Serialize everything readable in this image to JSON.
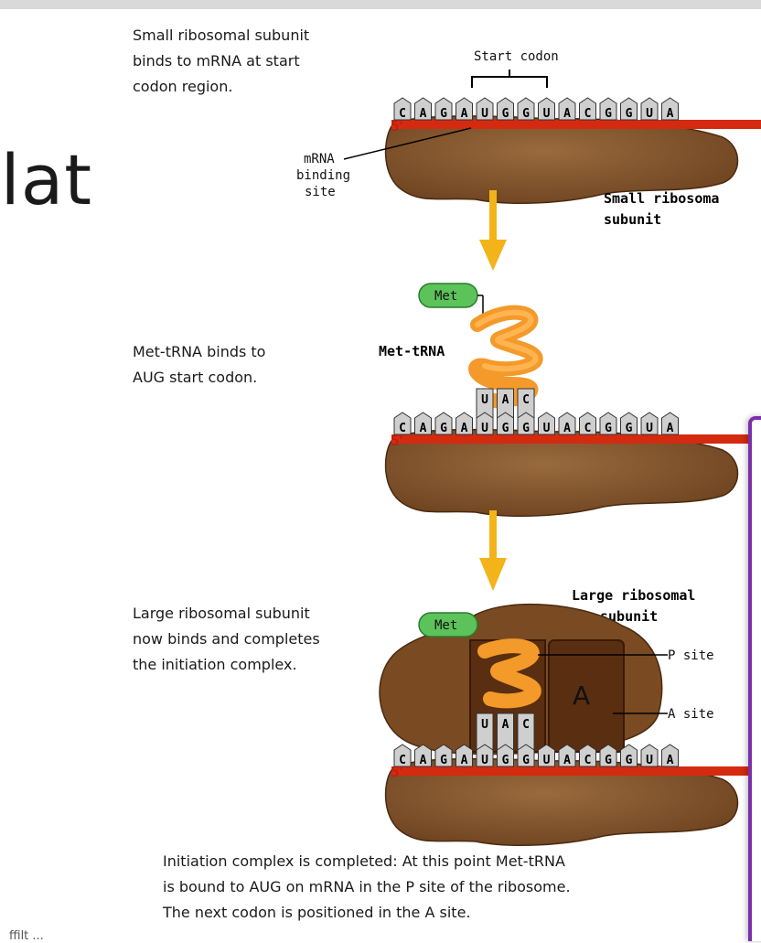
{
  "slide_title_fragment": "slat",
  "captions": {
    "step1": [
      "Small ribosomal subunit",
      "binds to mRNA at start",
      "codon region."
    ],
    "step2": [
      "Met-tRNA binds to",
      "AUG start codon."
    ],
    "step3": [
      "Large ribosomal subunit",
      "now binds and completes",
      "the initiation complex."
    ],
    "final": [
      "Initiation complex is completed: At this point Met-tRNA",
      "is bound to AUG on mRNA in the P site of the ribosome.",
      "The next codon is positioned in the A site."
    ]
  },
  "labels": {
    "start_codon": "Start codon",
    "mrna_binding_site": [
      "mRNA",
      "binding",
      "site"
    ],
    "small_subunit": [
      "Small ribosoma",
      "subunit"
    ],
    "met_trna": "Met-tRNA",
    "met": "Met",
    "large_subunit": [
      "Large ribosomal",
      "subunit"
    ],
    "p_site": "P site",
    "a_site": "A site",
    "a_letter": "A",
    "five_prime": "5'"
  },
  "mrna_sequence": [
    "C",
    "A",
    "G",
    "A",
    "U",
    "G",
    "G",
    "U",
    "A",
    "C",
    "G",
    "G",
    "U",
    "A"
  ],
  "anticodon": [
    "U",
    "A",
    "C"
  ],
  "bottom_fragment": "ffilt ..."
}
